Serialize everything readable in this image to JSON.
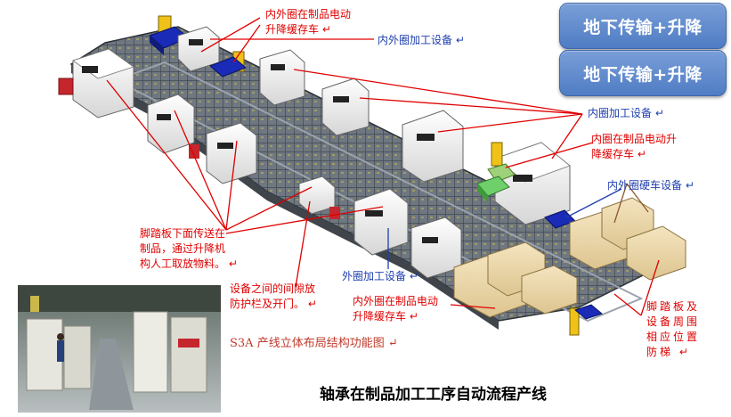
{
  "buttons": [
    {
      "label": "地下传输+升降"
    },
    {
      "label": "地下传输+升降"
    }
  ],
  "callouts": {
    "c1": "内外圈在制品电动\n升降缓存车",
    "c2": "内外圈加工设备",
    "c3": "内圈加工设备",
    "c4": "内圈在制品电动升\n降缓存车",
    "c5": "内外圈硬车设备",
    "c6": "脚踏板下面传送在\n制品，通过升降机\n构人工取放物料。",
    "c7": "外圈加工设备",
    "c8": "设备之间的间隙放\n防护栏及开门。",
    "c9": "内外圈在制品电动\n升降缓存车",
    "c10": "脚踏板及\n设备周围\n相应位置\n防梯"
  },
  "caption": "S3A 产线立体布局结构功能图",
  "title": "轴承在制品加工工序自动流程产线",
  "colors": {
    "callout_red": "#e00000",
    "callout_blue": "#1f3fae",
    "button_blue": "#5a86cc"
  }
}
